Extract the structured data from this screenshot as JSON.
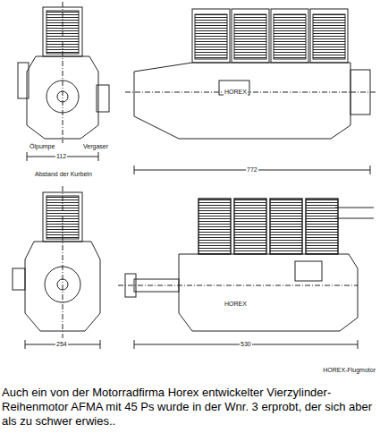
{
  "diagram": {
    "caption": "Auch ein von der Motorradfirma Horex entwickelter Vierzylinder-Reihenmotor AFMA mit 45 Ps wurde in der Wnr. 3 erprobt, der sich aber als zu schwer erwies..",
    "labels": [
      "HOREX",
      "HOREX",
      "HOREX-Flugmotor",
      "Ölpumpe",
      "Vergaser",
      "Abstand der Kurbeln",
      "112",
      "772",
      "254",
      "530"
    ]
  }
}
